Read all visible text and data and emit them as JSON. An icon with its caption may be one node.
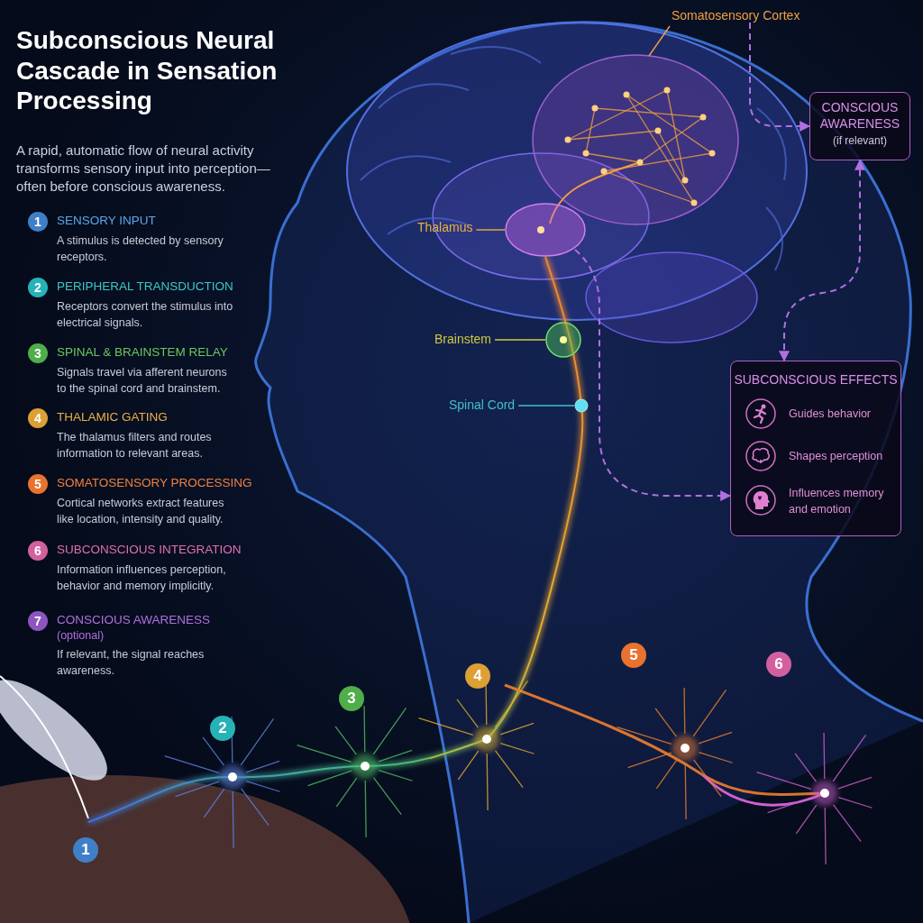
{
  "diagram": {
    "title": "Subconscious Neural Cascade in Sensation Processing",
    "nodes": [
      {
        "text": [
          "CONSCIOUS AWARENESS",
          "(if relevant)"
        ]
      },
      {
        "text": [
          "SUBCONSCIOUS EFFECTS"
        ]
      },
      {
        "text": [
          "Guides behavior"
        ],
        "in": 1
      },
      {
        "text": [
          "Shapes perception"
        ],
        "in": 1
      },
      {
        "text": [
          "Influences memory and emotion"
        ],
        "in": 1
      },
      {
        "text": [
          "Somatosensory Cortex"
        ]
      },
      {
        "text": [],
        "shape": "picture"
      },
      {
        "text": [
          "Thalamus"
        ]
      },
      {
        "text": [],
        "shape": "picture"
      },
      {
        "text": [
          "Brainstem"
        ]
      },
      {
        "text": [],
        "shape": "picture"
      },
      {
        "text": [
          "Spinal Cord"
        ]
      },
      {
        "text": [],
        "shape": "circle"
      }
    ],
    "edges": [
      {
        "from": 5,
        "to": 0,
        "arrow": "to",
        "style": "dashed"
      },
      {
        "from": 1,
        "to": 0,
        "arrow": "both",
        "style": "dashed"
      },
      {
        "from": 8,
        "to": 1,
        "arrow": "to",
        "style": "dashed"
      },
      {
        "from": 5,
        "to": 6,
        "arrow": "none",
        "color": "#f0a040"
      },
      {
        "from": 7,
        "to": 8,
        "arrow": "none",
        "color": "#e8b040"
      },
      {
        "from": 9,
        "to": 10,
        "arrow": "none",
        "color": "#d0c840"
      },
      {
        "from": 11,
        "to": 12,
        "arrow": "none",
        "color": "#40c0d0"
      }
    ],
    "labels": [
      "A rapid, automatic flow of neural activity transforms sensory input into perception—often before conscious awareness.",
      "1",
      "SENSORY INPUT",
      "A stimulus is detected by sensory receptors.",
      "2",
      "PERIPHERAL TRANSDUCTION",
      "Receptors convert the stimulus into electrical signals.",
      "3",
      "SPINAL & BRAINSTEM RELAY",
      "Signals travel via afferent neurons to the spinal cord and brainstem.",
      "4",
      "THALAMIC GATING",
      "The thalamus filters and routes information to relevant areas.",
      "5",
      "SOMATOSENSORY PROCESSING",
      "Cortical networks extract features like location, intensity and quality.",
      "6",
      "SUBCONSCIOUS INTEGRATION",
      "Information influences perception, behavior and memory implicitly.",
      "7",
      "CONSCIOUS AWARENESS",
      "(optional)",
      "If relevant, the signal reaches awareness.",
      "1",
      "2",
      "3",
      "4",
      "5",
      "6"
    ]
  }
}
